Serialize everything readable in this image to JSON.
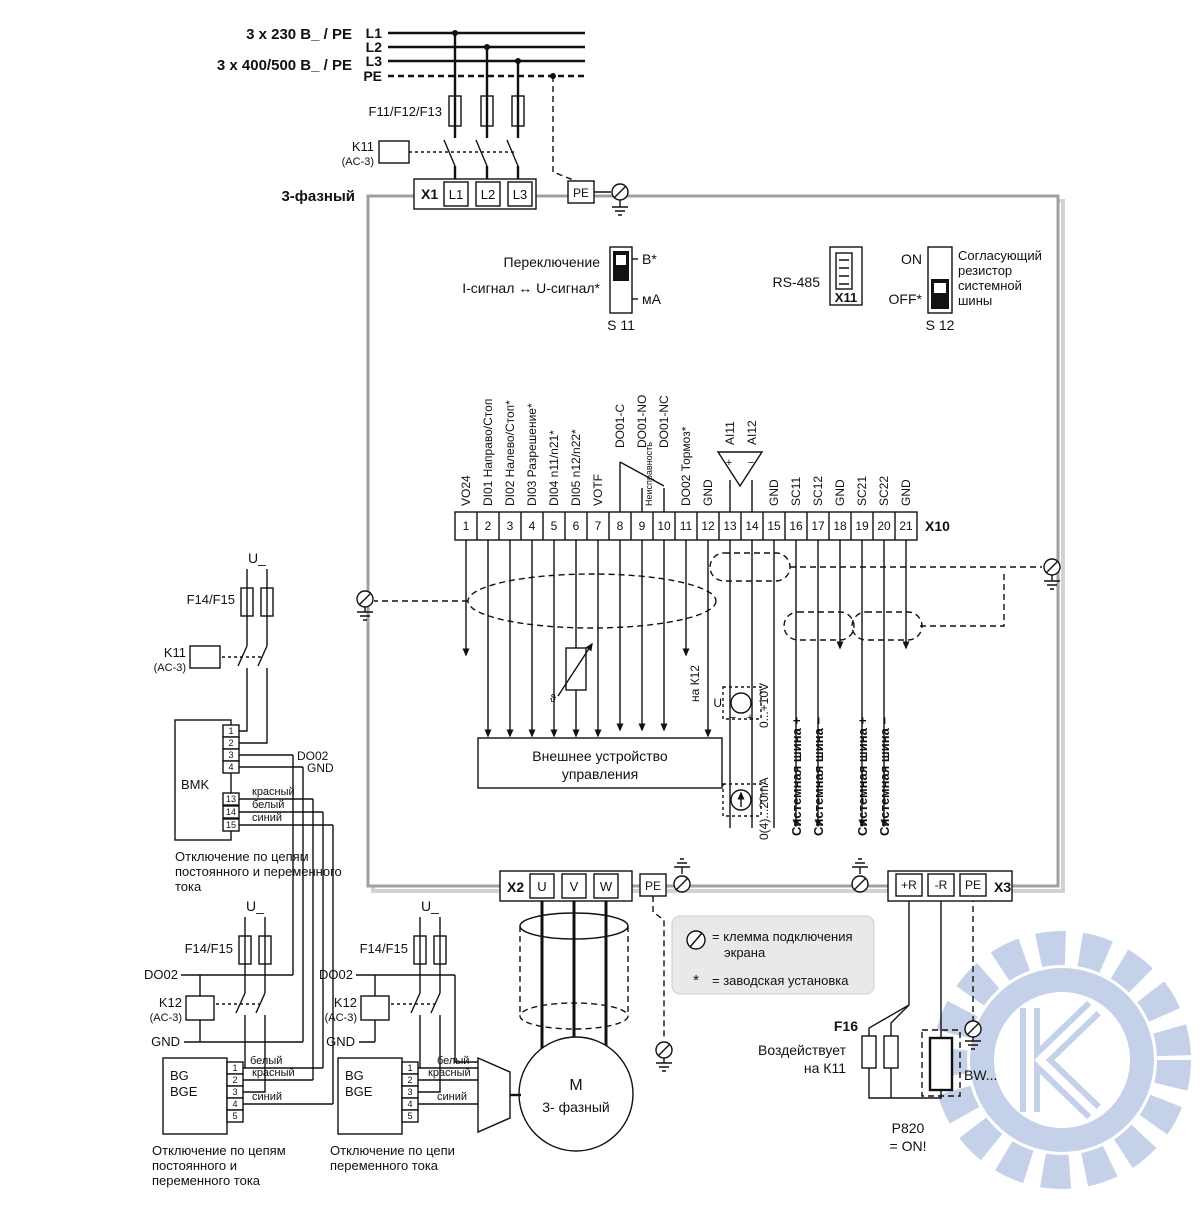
{
  "top": {
    "voltage1": "3 x 230 В_ / PE",
    "voltage2": "3 x 400/500 В_ / PE",
    "l1": "L1",
    "l2": "L2",
    "l3": "L3",
    "pe": "PE",
    "fuses": "F11/F12/F13",
    "k11": "K11",
    "k11_sub": "(AC-3)",
    "phase": "3-фазный",
    "x1": "X1",
    "x1_l1": "L1",
    "x1_l2": "L2",
    "x1_l3": "L3",
    "pe_box": "PE"
  },
  "s11": {
    "line1": "Переключение",
    "line2": "I-сигнал ↔ U-сигнал*",
    "top": "В*",
    "bottom": "мА",
    "name": "S 11"
  },
  "x11": {
    "label": "RS-485",
    "name": "X11"
  },
  "s12": {
    "on": "ON",
    "off": "OFF*",
    "desc1": "Согласующий",
    "desc2": "резистор",
    "desc3": "системной",
    "desc4": "шины",
    "name": "S 12"
  },
  "x10": {
    "name": "X10",
    "fault": "Неисправность",
    "terminals": [
      {
        "n": "1",
        "s": "VO24"
      },
      {
        "n": "2",
        "s": "DI01 Направо/Стоп"
      },
      {
        "n": "3",
        "s": "DI02 Налево/Стоп*"
      },
      {
        "n": "4",
        "s": "DI03 Разрешение*"
      },
      {
        "n": "5",
        "s": "DI04 n11/n21*"
      },
      {
        "n": "6",
        "s": "DI05 n12/n22*"
      },
      {
        "n": "7",
        "s": "VOTF"
      },
      {
        "n": "8",
        "s": "DO01-C"
      },
      {
        "n": "9",
        "s": "DO01-NO"
      },
      {
        "n": "10",
        "s": "DO01-NC"
      },
      {
        "n": "11",
        "s": "DO02 Тормоз*"
      },
      {
        "n": "12",
        "s": "GND"
      },
      {
        "n": "13",
        "s": "AI11"
      },
      {
        "n": "14",
        "s": "AI12"
      },
      {
        "n": "15",
        "s": "GND"
      },
      {
        "n": "16",
        "s": "SC11"
      },
      {
        "n": "17",
        "s": "SC12"
      },
      {
        "n": "18",
        "s": "GND"
      },
      {
        "n": "19",
        "s": "SC21"
      },
      {
        "n": "20",
        "s": "SC22"
      },
      {
        "n": "21",
        "s": "GND"
      }
    ]
  },
  "mid": {
    "ext1": "Внешнее устройство",
    "ext2": "управления",
    "to_k12": "на К12",
    "u_src": "U",
    "plus": "+",
    "minus": "−",
    "v_range": "0...+10V",
    "i_range": "0(4)...20mA",
    "bus_p": "Системная шина +",
    "bus_m": "Системная шина −",
    "pot": "ϑ"
  },
  "bmk": {
    "supply": "U_",
    "fuses": "F14/F15",
    "k11": "K11",
    "k11_sub": "(AC-3)",
    "name": "BMK",
    "t": [
      "1",
      "2",
      "3",
      "4",
      "13",
      "14",
      "15"
    ],
    "do02": "DO02",
    "gnd": "GND",
    "red": "красный",
    "white": "белый",
    "blue": "синий",
    "cap1": "Отключение по цепям",
    "cap2": "постоянного и переменного",
    "cap3": "тока"
  },
  "out": {
    "x2": "X2",
    "u": "U",
    "v": "V",
    "w": "W",
    "pe": "PE",
    "motor1": "М",
    "motor2": "3- фазный",
    "x3": "X3",
    "rp": "+R",
    "rm": "-R",
    "x3pe": "PE",
    "f16": "F16",
    "act1": "Воздействует",
    "act2": "на К11",
    "bw": "BW...",
    "p820": "P820",
    "p820b": "= ON!"
  },
  "legend": {
    "sh1": "= клемма подключения",
    "sh2": "экрана",
    "star": "*",
    "fact": "= заводская установка"
  },
  "blockA": {
    "supply": "U_",
    "fuses": "F14/F15",
    "do02": "DO02",
    "k12": "K12",
    "k12_sub": "(AC-3)",
    "gnd": "GND",
    "bg": "BG",
    "bge": "BGE",
    "t": [
      "1",
      "2",
      "3",
      "4",
      "5"
    ],
    "white": "белый",
    "red": "красный",
    "blue": "синий",
    "cap1": "Отключение по цепям",
    "cap2": "постоянного и",
    "cap3": "переменного тока"
  },
  "blockB": {
    "supply": "U_",
    "fuses": "F14/F15",
    "do02": "DO02",
    "k12": "K12",
    "k12_sub": "(AC-3)",
    "gnd": "GND",
    "bg": "BG",
    "bge": "BGE",
    "t": [
      "1",
      "2",
      "3",
      "4",
      "5"
    ],
    "white": "белый",
    "red": "красный",
    "blue": "синий",
    "cap1": "Отключение по цепи",
    "cap2": "переменного тока"
  }
}
